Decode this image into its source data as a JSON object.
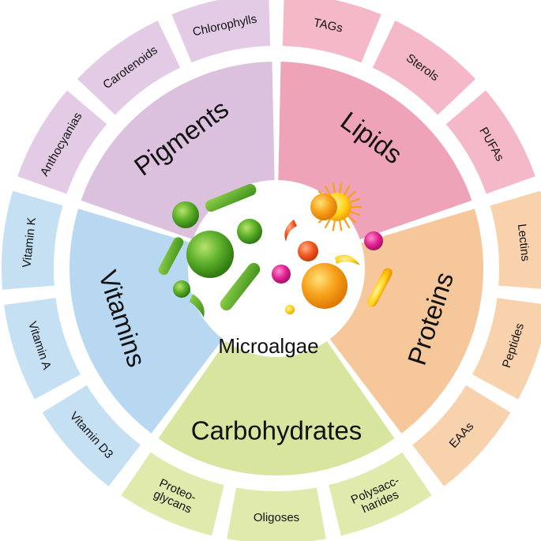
{
  "center": {
    "label": "Microalgae"
  },
  "categories": [
    {
      "key": "lipids",
      "label": "Lipids",
      "inner_color": "#efa3b8",
      "outer_color": "#f4b8c8",
      "items": [
        {
          "label": "TAGs"
        },
        {
          "label": "Sterols"
        },
        {
          "label": "PUFAs"
        }
      ]
    },
    {
      "key": "proteins",
      "label": "Proteins",
      "inner_color": "#f5c79b",
      "outer_color": "#f8d2ad",
      "items": [
        {
          "label": "Lectins"
        },
        {
          "label": "Peptides"
        },
        {
          "label": "EAAs"
        }
      ]
    },
    {
      "key": "carbohydrates",
      "label": "Carbohydrates",
      "inner_color": "#d7e59e",
      "outer_color": "#dfeaac",
      "items": [
        {
          "label": "Polysacc-\nharides"
        },
        {
          "label": "Oligoses"
        },
        {
          "label": "Proteo-\nglycans"
        }
      ]
    },
    {
      "key": "vitamins",
      "label": "Vitamins",
      "inner_color": "#b7d8f0",
      "outer_color": "#c5e0f3",
      "items": [
        {
          "label": "Vitamin D3"
        },
        {
          "label": "Vitamin A"
        },
        {
          "label": "Vitamin K"
        }
      ]
    },
    {
      "key": "pigments",
      "label": "Pigments",
      "inner_color": "#dcc1df",
      "outer_color": "#e3cbe5",
      "items": [
        {
          "label": "Anthocyanias"
        },
        {
          "label": "Carotenoids"
        },
        {
          "label": "Chlorophylls"
        }
      ]
    }
  ]
}
